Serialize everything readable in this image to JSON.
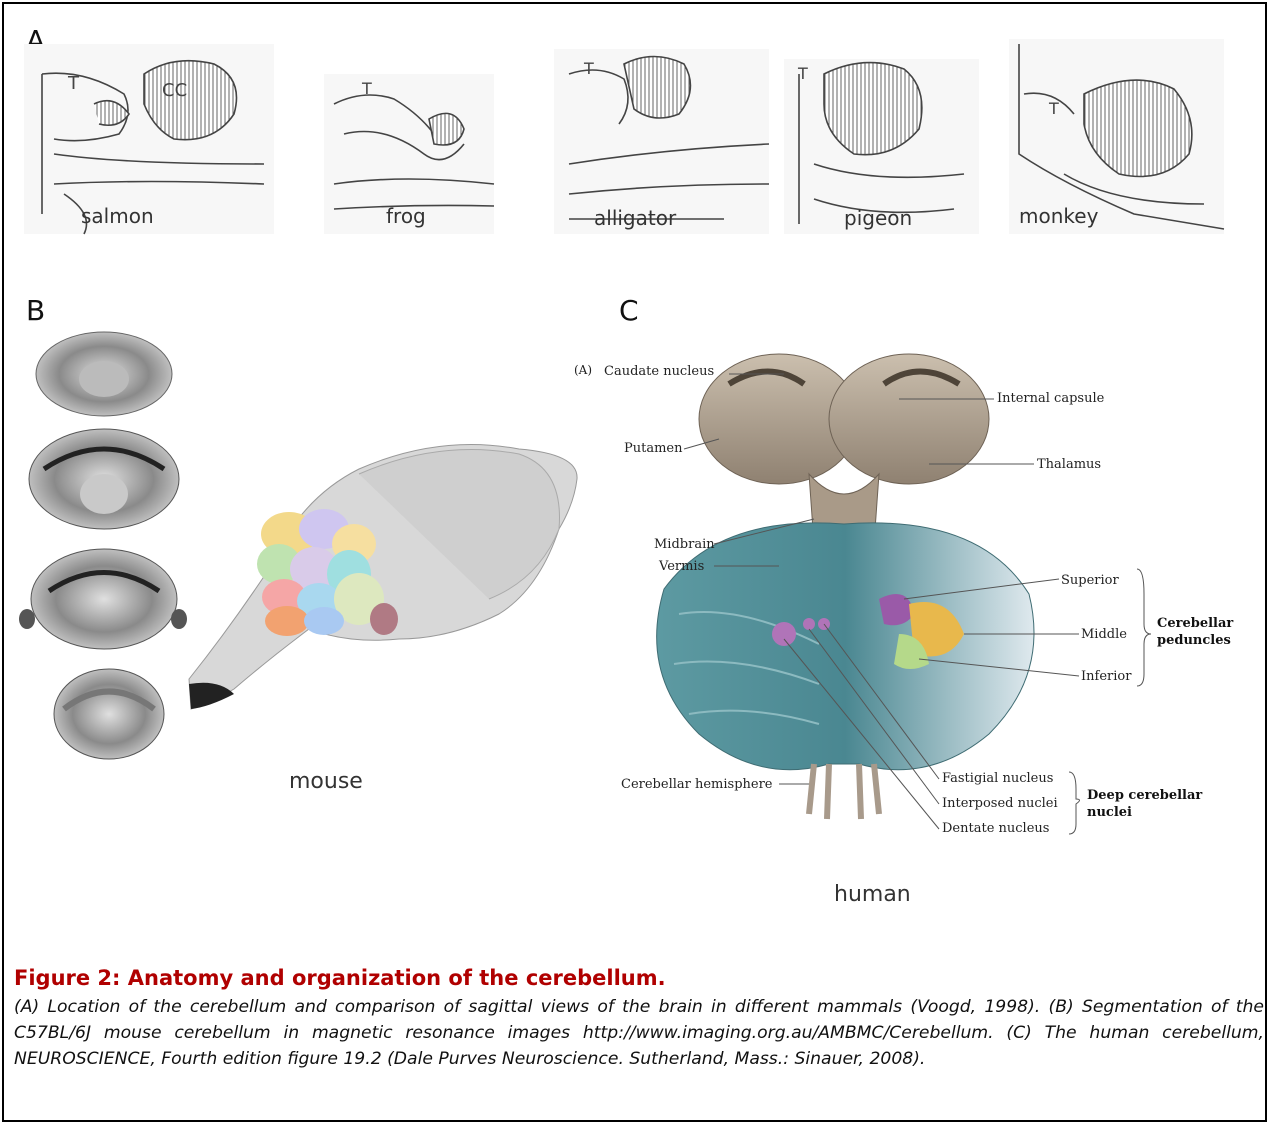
{
  "panels": {
    "a_letter": "A",
    "b_letter": "B",
    "c_letter": "C"
  },
  "panel_a": {
    "species": [
      "salmon",
      "frog",
      "alligator",
      "pigeon",
      "monkey"
    ],
    "marks": {
      "t": "T",
      "cc": "CC"
    }
  },
  "panel_b": {
    "caption_word": "mouse"
  },
  "panel_c": {
    "fig_tag": "(A)",
    "labels": {
      "caudate": "Caudate nucleus",
      "internal_capsule": "Internal capsule",
      "putamen": "Putamen",
      "thalamus": "Thalamus",
      "midbrain": "Midbrain",
      "vermis": "Vermis",
      "superior": "Superior",
      "middle": "Middle",
      "inferior": "Inferior",
      "peduncles_1": "Cerebellar",
      "peduncles_2": "peduncles",
      "hemisphere": "Cerebellar hemisphere",
      "fastigial": "Fastigial nucleus",
      "interposed": "Interposed nuclei",
      "dentate": "Dentate nucleus",
      "deep_1": "Deep cerebellar",
      "deep_2": "nuclei"
    },
    "caption_word": "human"
  },
  "caption": {
    "title": "Figure 2: Anatomy and organization of the cerebellum.",
    "body": "(A) Location of the cerebellum and comparison of sagittal views of the brain in different mammals (Voogd, 1998). (B) Segmentation of the C57BL/6J mouse cerebellum in magnetic resonance images http://www.imaging.org.au/AMBMC/Cerebellum. (C) The human cerebellum, NEUROSCIENCE, Fourth edition figure 19.2 (Dale Purves Neuroscience. Sutherland, Mass.: Sinauer, 2008)."
  }
}
